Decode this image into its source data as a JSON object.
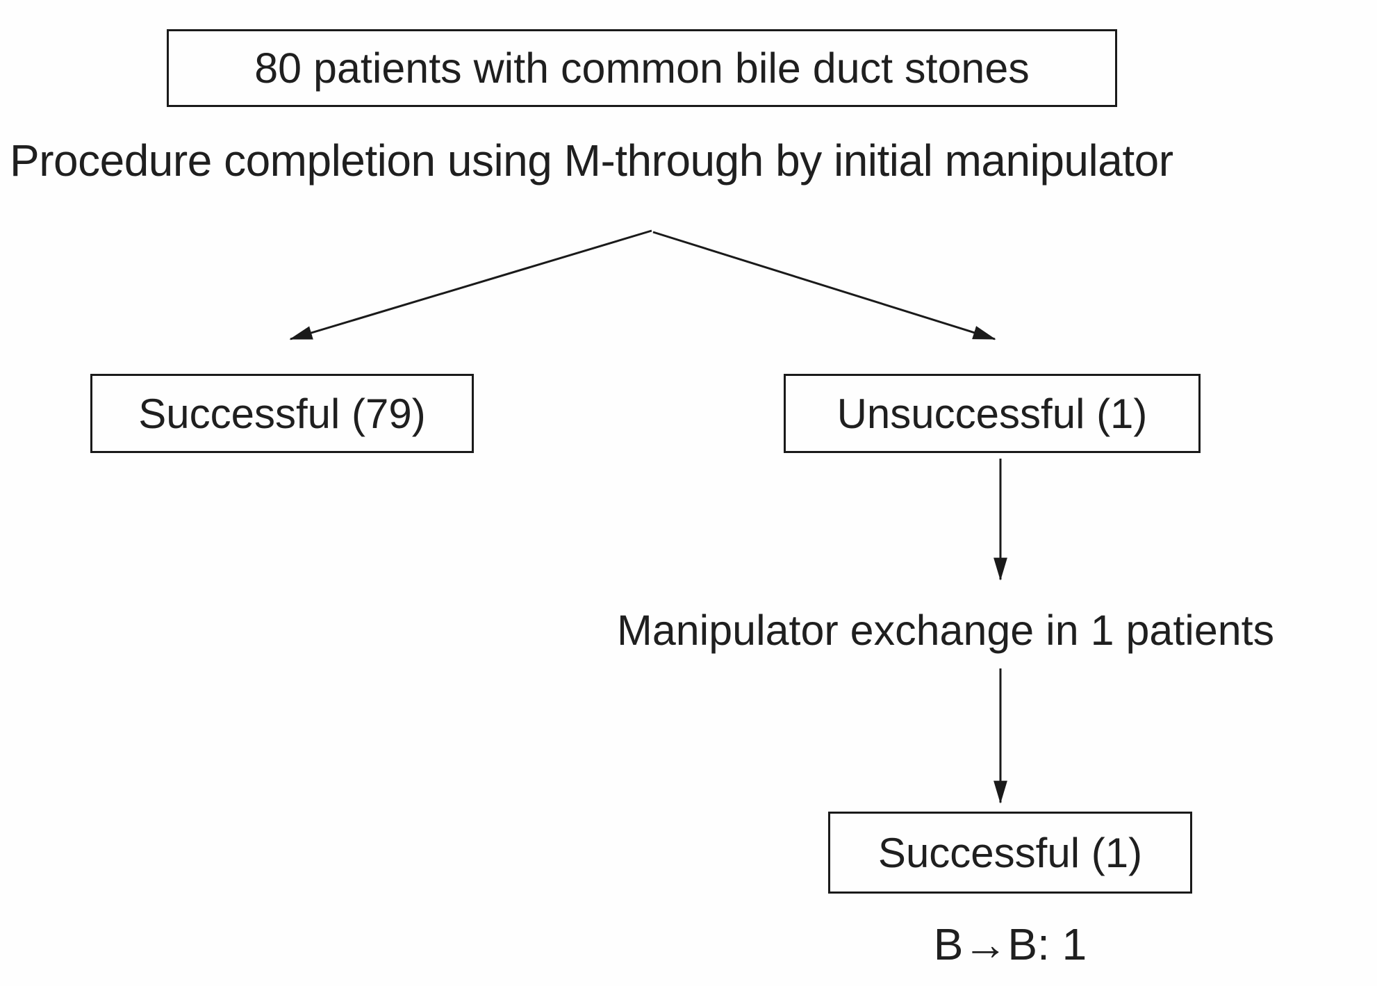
{
  "colors": {
    "background": "#fefefe",
    "text": "#1f1f1f",
    "border": "#1a1a1a",
    "arrow": "#1a1a1a"
  },
  "flowchart": {
    "root_box": {
      "label": "80 patients with common bile duct stones"
    },
    "subtitle": "Procedure completion using M-through by initial manipulator",
    "branches": {
      "left": {
        "label": "Successful (79)",
        "count": "79"
      },
      "right": {
        "label": "Unsuccessful (1)",
        "count": "1"
      }
    },
    "exchange_note": "Manipulator exchange in 1 patients",
    "final_box": {
      "label": "Successful (1)",
      "count": "1"
    },
    "final_detail": "B→B: 1"
  }
}
